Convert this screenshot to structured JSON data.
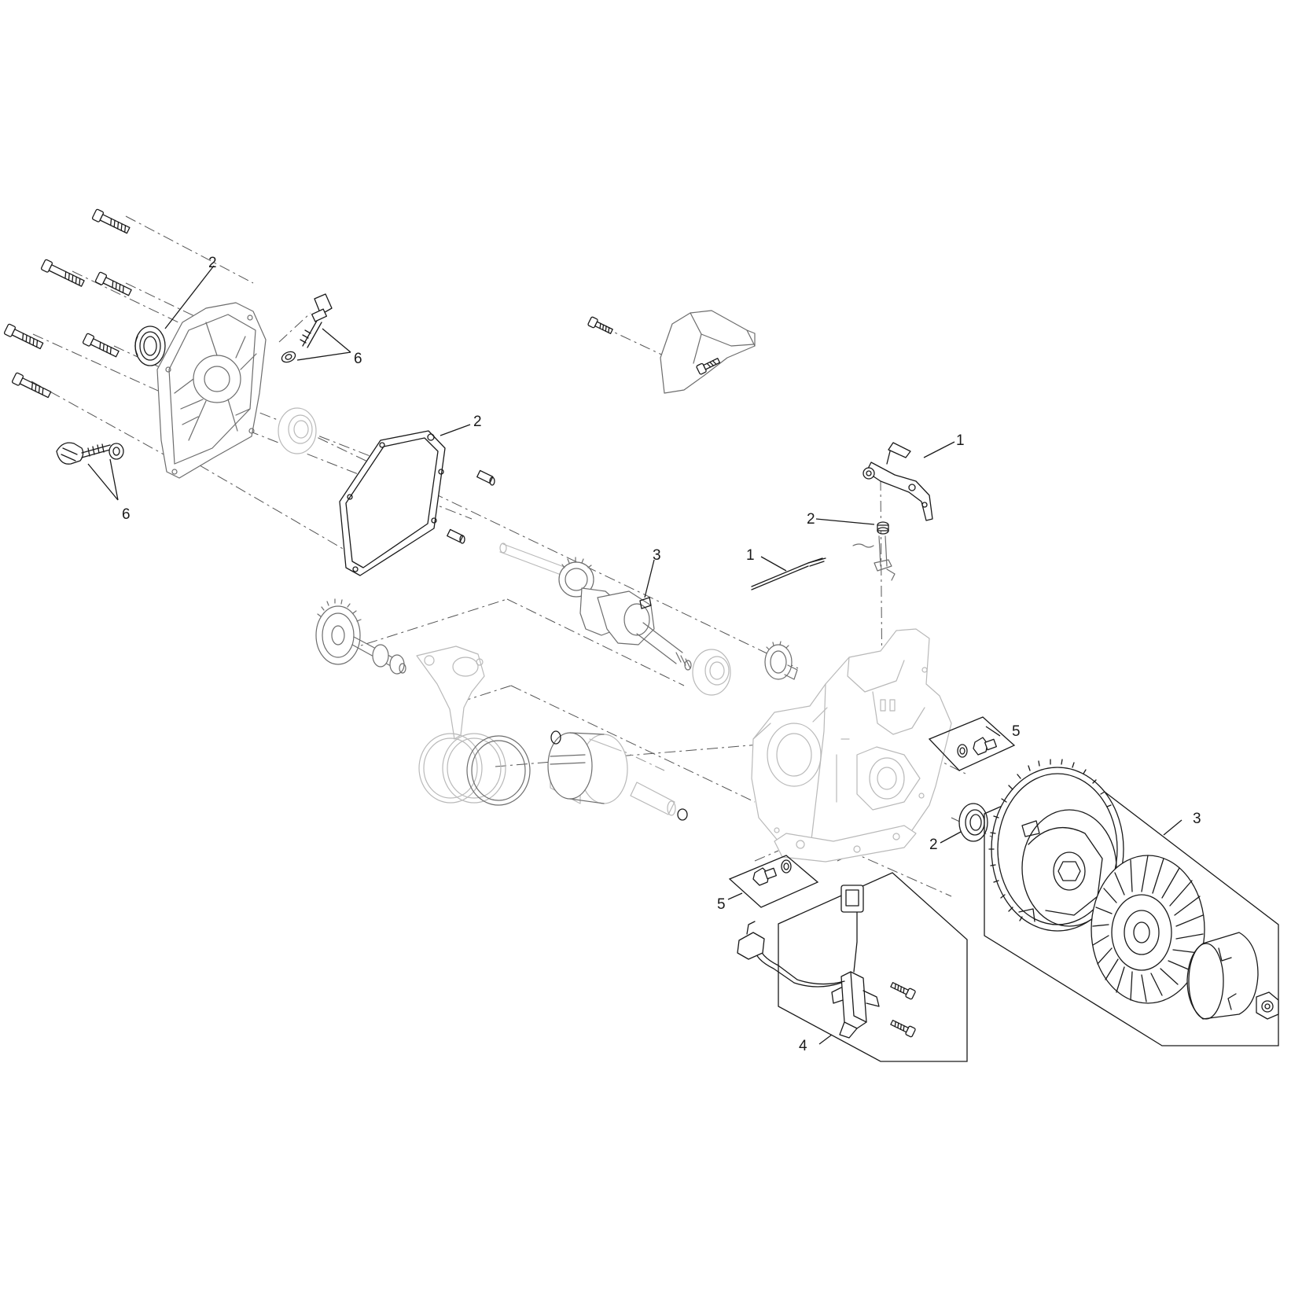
{
  "callouts": [
    {
      "id": "c-2-seal-cover",
      "label": "2"
    },
    {
      "id": "c-6-oil-filler-top",
      "label": "6"
    },
    {
      "id": "c-2-gasket",
      "label": "2"
    },
    {
      "id": "c-6-dipstick-left",
      "label": "6"
    },
    {
      "id": "c-1-governor-arm-kit",
      "label": "1"
    },
    {
      "id": "c-2-governor-washer",
      "label": "2"
    },
    {
      "id": "c-1-governor-rod",
      "label": "1"
    },
    {
      "id": "c-3-crankshaft-key",
      "label": "3"
    },
    {
      "id": "c-5-drain-bolt-upper",
      "label": "5"
    },
    {
      "id": "c-3-flywheel-kit",
      "label": "3"
    },
    {
      "id": "c-2-oil-seal-crankcase",
      "label": "2"
    },
    {
      "id": "c-5-drain-bolt-lower",
      "label": "5"
    },
    {
      "id": "c-4-ignition-coil-kit",
      "label": "4"
    }
  ]
}
